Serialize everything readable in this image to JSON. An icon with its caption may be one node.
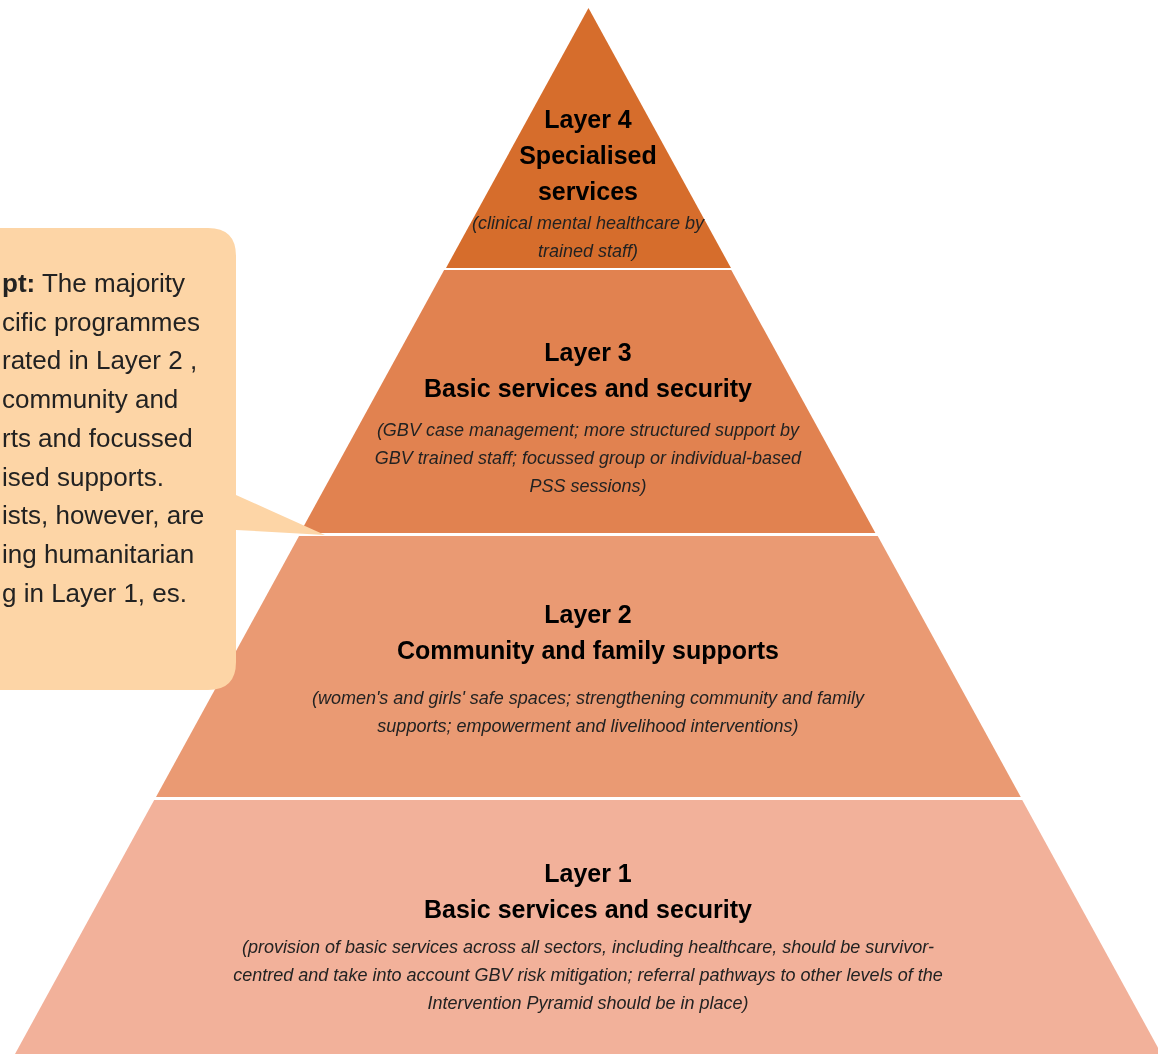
{
  "diagram": {
    "nodes": [
      {
        "text": [
          "Layer 4",
          "Specialised services",
          "(clinical mental healthcare by trained staff)"
        ]
      },
      {
        "text": [
          "**pt:** The majority cific programmes rated in Layer 2 , community and rts and focussed ised supports. ists, however, are ing humanitarian g in Layer 1, es."
        ]
      },
      {
        "text": [
          "Layer 3",
          "Basic services and security",
          "(GBV case management; more structured support by GBV trained staff; focussed group or individual-based PSS sessions)"
        ]
      },
      {
        "text": [
          "Layer 2",
          "Community and family supports",
          "(women's and girls' safe spaces; strengthening community and family supports; empowerment and livelihood interventions)"
        ]
      },
      {
        "text": [
          "Layer 1",
          "Basic services and security",
          "(provision of basic services across all sectors, including healthcare, should be survivor- centred and take into account GBV risk mitigation; referral pathways to other levels of the Intervention Pyramid should be in place)"
        ]
      }
    ]
  }
}
